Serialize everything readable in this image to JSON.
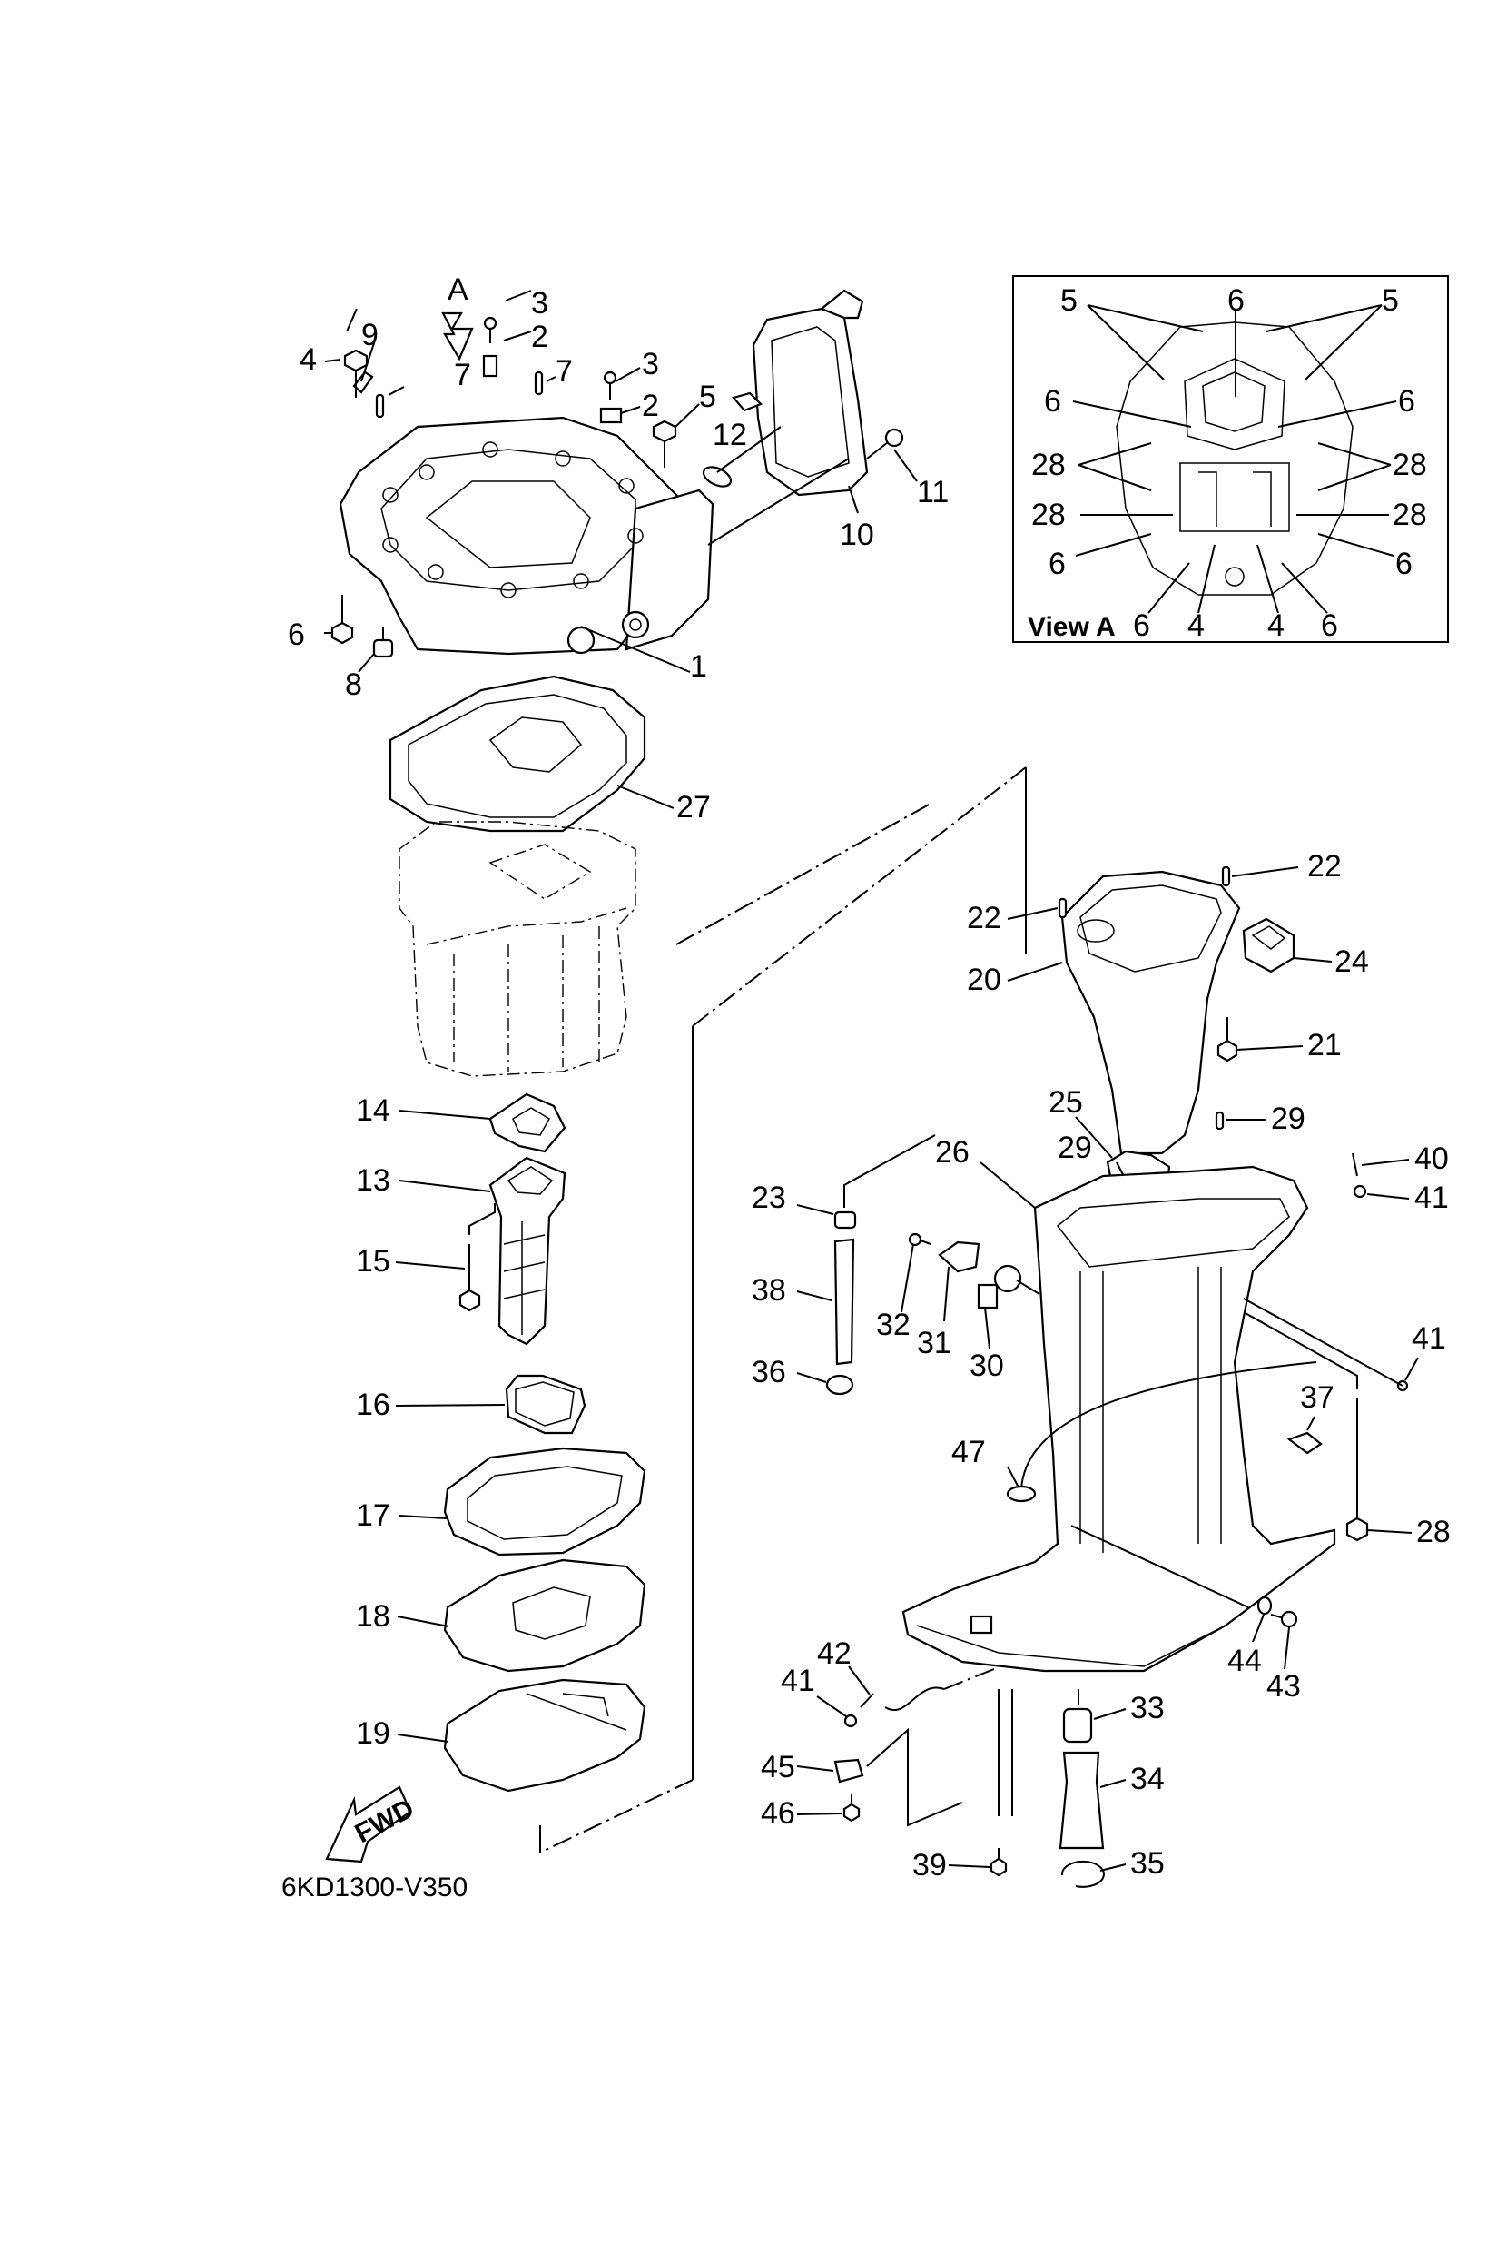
{
  "diagram": {
    "title_code": "6KD1300-V350",
    "view_arrow_label": "A",
    "direction_label": "FWD",
    "inset": {
      "title": "View A",
      "callouts": [
        "5",
        "6",
        "5",
        "6",
        "6",
        "28",
        "28",
        "28",
        "28",
        "6",
        "6",
        "6",
        "4",
        "4",
        "6"
      ]
    },
    "callouts": {
      "c1": "1",
      "c2a": "2",
      "c2b": "2",
      "c3a": "3",
      "c3b": "3",
      "c4": "4",
      "c5": "5",
      "c6": "6",
      "c7a": "7",
      "c7b": "7",
      "c8": "8",
      "c9": "9",
      "c10": "10",
      "c11": "11",
      "c12": "12",
      "c13": "13",
      "c14": "14",
      "c15": "15",
      "c16": "16",
      "c17": "17",
      "c18": "18",
      "c19": "19",
      "c20": "20",
      "c21": "21",
      "c22a": "22",
      "c22b": "22",
      "c23": "23",
      "c24": "24",
      "c25": "25",
      "c26": "26",
      "c27": "27",
      "c28": "28",
      "c29a": "29",
      "c29b": "29",
      "c30": "30",
      "c31": "31",
      "c32": "32",
      "c33": "33",
      "c34": "34",
      "c35": "35",
      "c36": "36",
      "c37": "37",
      "c38": "38",
      "c39": "39",
      "c40": "40",
      "c41a": "41",
      "c41b": "41",
      "c41c": "41",
      "c42": "42",
      "c43": "43",
      "c44": "44",
      "c45": "45",
      "c46": "46",
      "c47": "47"
    }
  }
}
